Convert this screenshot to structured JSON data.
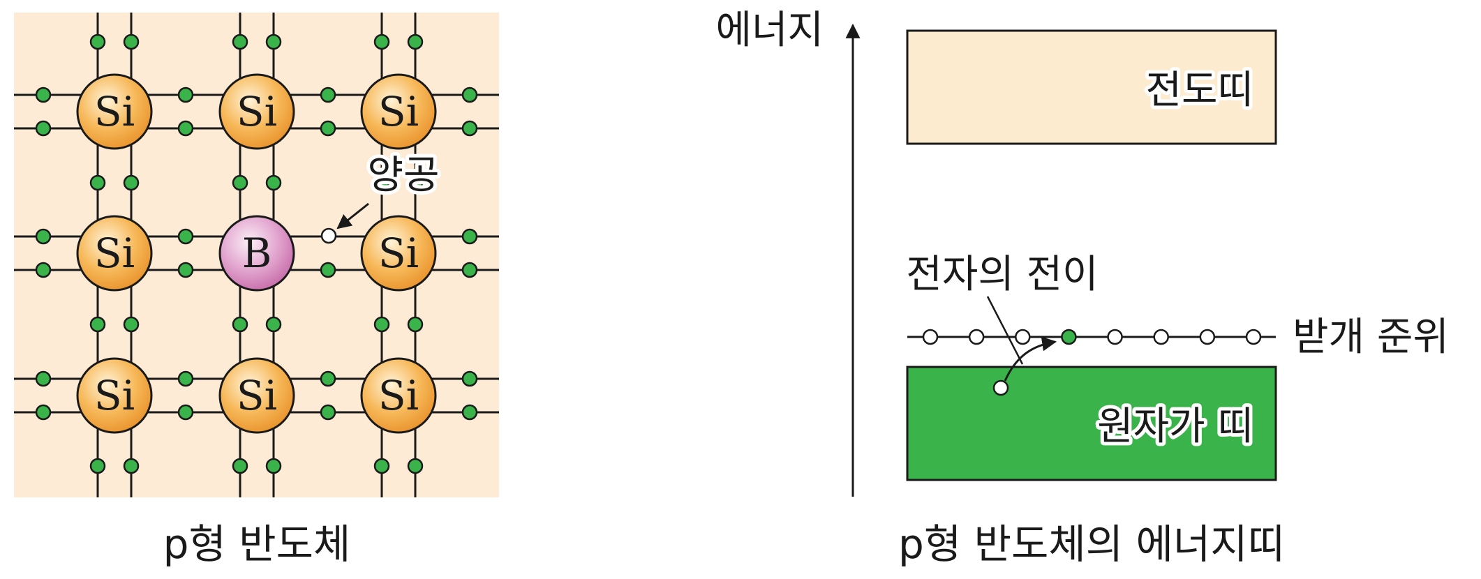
{
  "lattice": {
    "atoms": [
      {
        "row": 0,
        "col": 0,
        "symbol": "Si",
        "kind": "silicon"
      },
      {
        "row": 0,
        "col": 1,
        "symbol": "Si",
        "kind": "silicon"
      },
      {
        "row": 0,
        "col": 2,
        "symbol": "Si",
        "kind": "silicon"
      },
      {
        "row": 1,
        "col": 0,
        "symbol": "Si",
        "kind": "silicon"
      },
      {
        "row": 1,
        "col": 1,
        "symbol": "B",
        "kind": "boron"
      },
      {
        "row": 1,
        "col": 2,
        "symbol": "Si",
        "kind": "silicon"
      },
      {
        "row": 2,
        "col": 0,
        "symbol": "Si",
        "kind": "silicon"
      },
      {
        "row": 2,
        "col": 1,
        "symbol": "Si",
        "kind": "silicon"
      },
      {
        "row": 2,
        "col": 2,
        "symbol": "Si",
        "kind": "silicon"
      }
    ],
    "hole_label": "양공",
    "caption": "p형 반도체"
  },
  "band": {
    "energy_axis_label": "에너지",
    "conduction_band_label": "전도띠",
    "acceptor_level_label": "받개 준위",
    "valence_band_label": "원자가 띠",
    "transition_label": "전자의 전이",
    "acceptor_states_count": 8,
    "filled_acceptor_index": 3,
    "caption": "p형 반도체의 에너지띠"
  },
  "colors": {
    "lattice_background": "#fdebd6",
    "silicon": "#f5a83c",
    "boron": "#d98cc0",
    "electron": "#3ab34a",
    "conduction_band": "#fdebd0",
    "valence_band": "#3ab34a",
    "line": "#1a1a1a"
  }
}
